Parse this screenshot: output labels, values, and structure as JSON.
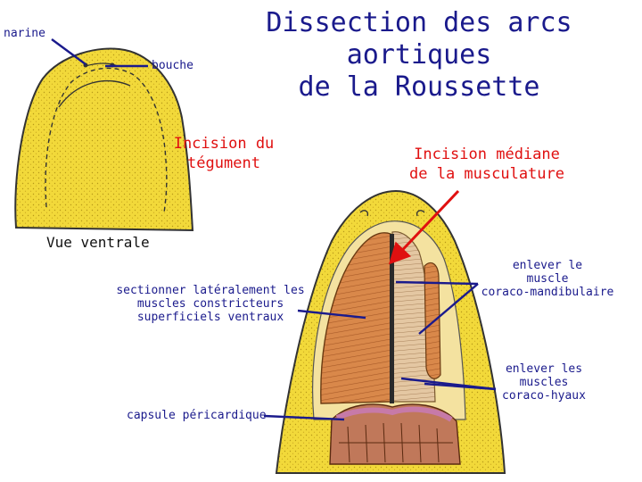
{
  "title": {
    "line1": "Dissection des arcs aortiques",
    "line2": "de la Roussette"
  },
  "labels": {
    "narine": "narine",
    "bouche": "bouche",
    "incision_tegument_1": "Incision du",
    "incision_tegument_2": "tégument",
    "incision_mediane_1": "Incision médiane",
    "incision_mediane_2": "de la musculature",
    "vue_ventrale": "Vue ventrale",
    "sectionner_1": "sectionner latéralement les",
    "sectionner_2": "muscles constricteurs",
    "sectionner_3": "superficiels ventraux",
    "enlever_cm_1": "enlever le",
    "enlever_cm_2": "muscle",
    "enlever_cm_3": "coraco-mandibulaire",
    "enlever_ch_1": "enlever les",
    "enlever_ch_2": "muscles",
    "enlever_ch_3": "coraco-hyaux",
    "capsule": "capsule péricardique"
  },
  "colors": {
    "title": "#1a1a8c",
    "skin_yellow": "#f2d93a",
    "muscle_orange": "#d9884a",
    "muscle_pale": "#e2c09a",
    "pericardium": "#c0785a",
    "pink": "#c77aa8",
    "arrow_red": "#e01010",
    "pointer_blue": "#1a1a8c"
  }
}
